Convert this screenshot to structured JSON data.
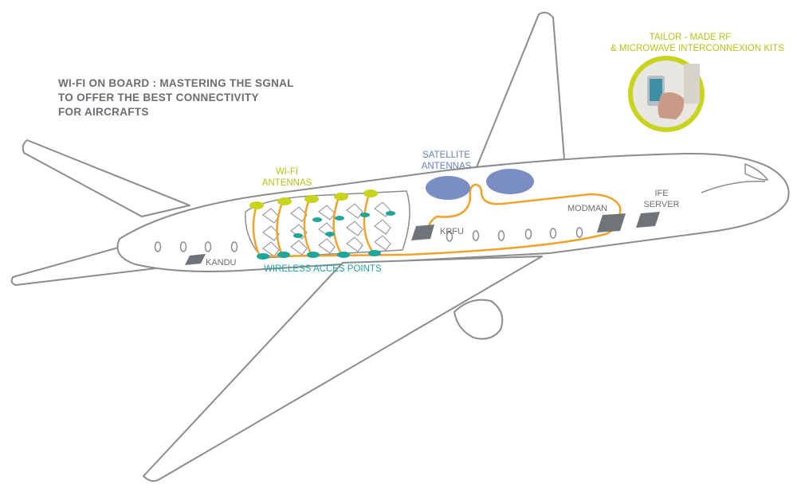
{
  "title": {
    "line1": "WI-FI ON BOARD : MASTERING THE SGNAL",
    "line2": "TO OFFER THE BEST CONNECTIVITY",
    "line3": "FOR AIRCRAFTS"
  },
  "callout": {
    "line1": "TAILOR - MADE RF",
    "line2": "& MICROWAVE INTERCONNEXION KITS"
  },
  "labels": {
    "wifi_antennas_1": "WI-FI",
    "wifi_antennas_2": "ANTENNAS",
    "satellite_1": "SATELLITE",
    "satellite_2": "ANTENNAS",
    "ife_1": "IFE",
    "ife_2": "SERVER",
    "modman": "MODMAN",
    "krfu": "KRFU",
    "kandu": "KANDU",
    "wap": "WIRELESS ACCES POINTS"
  },
  "colors": {
    "outline": "#8a8d90",
    "accent_yellow": "#c8d41e",
    "cable_orange": "#f0a32a",
    "satellite_blue": "#7b8ec3",
    "access_point_teal": "#1fa59a",
    "equipment_grey": "#6f7478",
    "text_grey": "#6a6e72"
  },
  "icons": {
    "callout_image": "hand-holding-phone-icon",
    "wifi_antenna": "wifi-antenna-icon",
    "access_point": "access-point-icon",
    "equipment": "equipment-box-icon"
  }
}
